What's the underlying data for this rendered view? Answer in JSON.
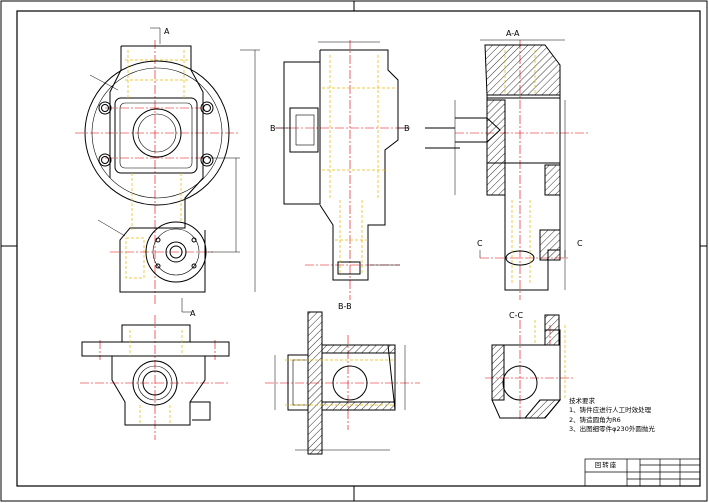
{
  "drawing": {
    "colors": {
      "outline": "#000000",
      "hidden": "#e6b800",
      "center": "#e00000",
      "section_hatch": "#000000"
    }
  },
  "section_marks": {
    "a_top": "A",
    "a_bottom": "A",
    "b_left": "B",
    "b_right": "B",
    "c_left": "C",
    "c_right": "C"
  },
  "view_titles": {
    "section_aa": "A-A",
    "section_bb": "B-B",
    "section_cc": "C-C"
  },
  "notes": {
    "heading": "技术要求",
    "items": [
      "1、铸件应进行人工时效处理",
      "2、铸造圆角为R6",
      "3、出图细零件φ230外圆抛光"
    ]
  },
  "title_block": {
    "name": "回转座"
  }
}
